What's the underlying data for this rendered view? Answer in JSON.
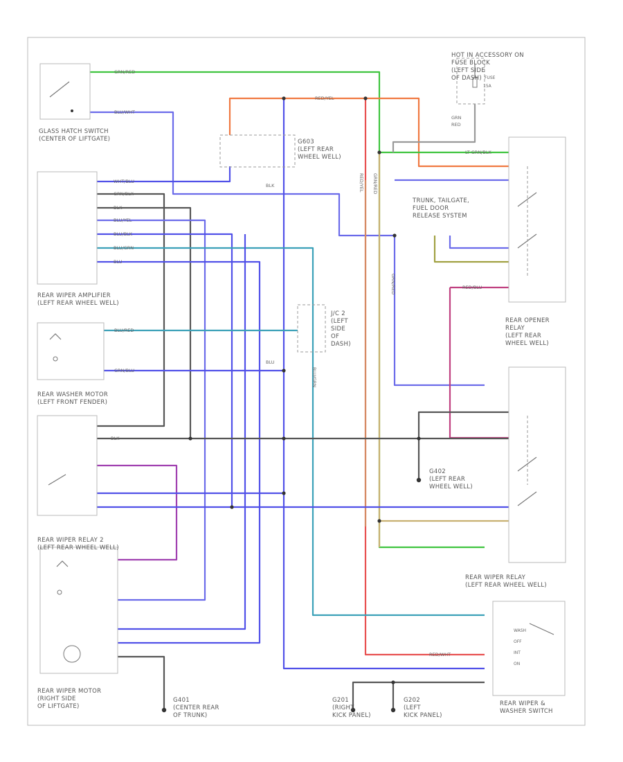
{
  "components": {
    "glass_hatch_switch": [
      "GLASS HATCH SWITCH",
      "(CENTER OF LIFTGATE)"
    ],
    "fuse_block": [
      "HOT IN ACCESSORY ON",
      "FUSE BLOCK",
      "(LEFT SIDE",
      "OF DASH)"
    ],
    "fuse_label": "FUSE",
    "fuse_amp": "15A",
    "g603": [
      "G603",
      "(LEFT REAR",
      "WHEEL WELL)"
    ],
    "trunk_system": [
      "TRUNK, TAILGATE,",
      "FUEL DOOR",
      "RELEASE SYSTEM"
    ],
    "rear_wiper_amplifier": [
      "REAR WIPER AMPLIFIER",
      "(LEFT REAR WHEEL WELL)"
    ],
    "jc2": [
      "J/C 2",
      "(LEFT",
      "SIDE",
      "OF",
      "DASH)"
    ],
    "rear_opener_relay": [
      "REAR OPENER",
      "RELAY",
      "(LEFT REAR",
      "WHEEL WELL)"
    ],
    "rear_washer_motor": [
      "REAR WASHER MOTOR",
      "(LEFT FRONT FENDER)"
    ],
    "g402": [
      "G402",
      "(LEFT REAR",
      "WHEEL WELL)"
    ],
    "rear_wiper_relay_2": [
      "REAR WIPER RELAY 2",
      "(LEFT REAR WHEEL WELL)"
    ],
    "rear_wiper_relay": [
      "REAR WIPER RELAY",
      "(LEFT REAR WHEEL WELL)"
    ],
    "rear_wiper_motor": [
      "REAR WIPER MOTOR",
      "(RIGHT SIDE",
      "OF LIFTGATE)"
    ],
    "g401": [
      "G401",
      "(CENTER REAR",
      "OF TRUNK)"
    ],
    "g201": [
      "G201",
      "(RIGHT",
      "KICK PANEL)"
    ],
    "g202": [
      "G202",
      "(LEFT",
      "KICK PANEL)"
    ],
    "rear_wiper_washer_switch": [
      "REAR WIPER &",
      "WASHER SWITCH"
    ]
  },
  "switch_positions": [
    "WASH",
    "OFF",
    "INT",
    "ON"
  ],
  "wire_labels": {
    "grn_red": "GRN/RED",
    "blu_wht": "BLU/WHT",
    "red_yel": "RED/YEL",
    "blk": "BLK",
    "blu": "BLU",
    "red_yel_v": "RED/YEL",
    "grn_red_v": "GRN/RED",
    "grn_red_v2": "GRN/RED",
    "grn_red_fuse": [
      "GRN",
      "RED"
    ],
    "lt_grn_blk": "LT GRN/BLK",
    "whtblu": "WHT/BLU",
    "grn_blk": "GRN/BLK",
    "blk2": "BLK",
    "blu_yel": "BLU/YEL",
    "blu_blk": "BLU/BLK",
    "blu_grn": "BLU/GRN",
    "blu2": "BLU",
    "red_blu": "RED/BLU",
    "blu_red": "BLU/RED",
    "grn_blu": "GRN/BLU",
    "blk_wm": "BLK",
    "blu_grn_v": "BLU/GRN",
    "red_wht": "RED/WHT"
  },
  "legend": {
    "colors": {
      "green": "#3ec43e",
      "blue": "#5050e8",
      "red": "#e85050",
      "orange": "#f07840",
      "black": "#555555",
      "teal": "#3aa0b8",
      "tan": "#c8b070",
      "purple": "#a040b0",
      "olive": "#a0a040"
    }
  }
}
